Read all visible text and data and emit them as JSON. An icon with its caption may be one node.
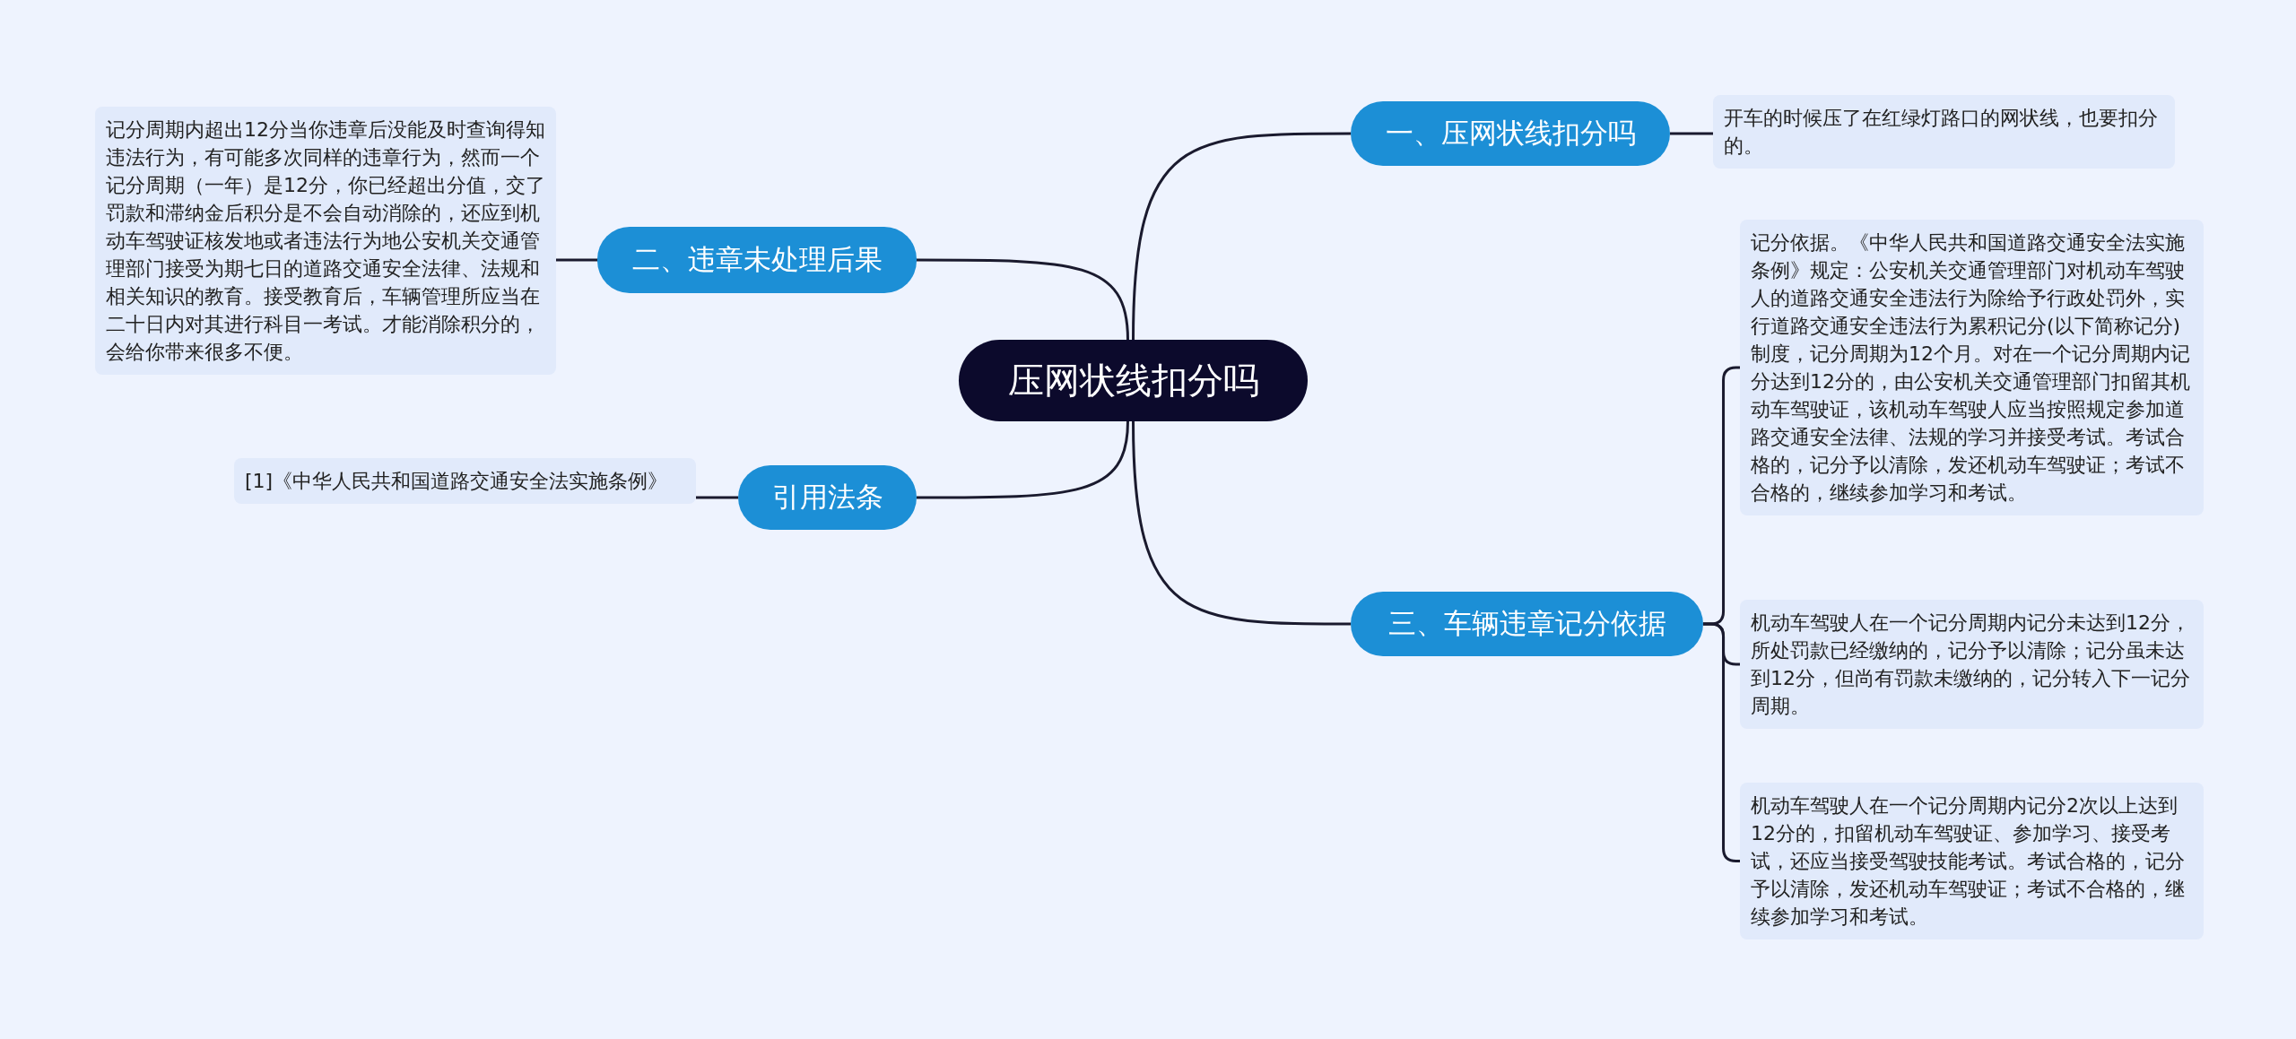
{
  "diagram": {
    "nodes": [
      {
        "text": [
          "压网状线扣分吗"
        ]
      },
      {
        "text": [
          "一、压网状线扣分吗"
        ]
      },
      {
        "text": [
          "开车的时候压了在红绿灯路口的网状线，也要扣分的。"
        ]
      },
      {
        "text": [
          "二、违章未处理后果"
        ]
      },
      {
        "text": [
          "记分周期内超出12分当你违章后没能及时查询得知违法行为，有可能多次同样的违章行为，然而一个记分周期（一年）是12分，你已经超出分值，交了罚款和滞纳金后积分是不会自动消除的，还应到机动车驾驶证核发地或者违法行为地公安机关交通管理部门接受为期七日的道路交通安全法律、法规和相关知识的教育。接受教育后，车辆管理所应当在二十日内对其进行科目一考试。才能消除积分的，会给你带来很多不便。"
        ]
      },
      {
        "text": [
          "引用法条"
        ]
      },
      {
        "text": [
          "[1]《中华人民共和国道路交通安全法实施条例》"
        ]
      },
      {
        "text": [
          "三、车辆违章记分依据"
        ]
      },
      {
        "text": [
          "记分依据。《中华人民共和国道路交通安全法实施条例》规定：公安机关交通管理部门对机动车驾驶人的道路交通安全违法行为除给予行政处罚外，实行道路交通安全违法行为累积记分(以下简称记分)制度，记分周期为12个月。对在一个记分周期内记分达到12分的，由公安机关交通管理部门扣留其机动车驾驶证，该机动车驾驶人应当按照规定参加道路交通安全法律、法规的学习并接受考试。考试合格的，记分予以清除，发还机动车驾驶证；考试不合格的，继续参加学习和考试。"
        ]
      },
      {
        "text": [
          "机动车驾驶人在一个记分周期内记分未达到12分，所处罚款已经缴纳的，记分予以清除；记分虽未达到12分，但尚有罚款未缴纳的，记分转入下一记分周期。"
        ]
      },
      {
        "text": [
          "机动车驾驶人在一个记分周期内记分2次以上达到12分的，扣留机动车驾驶证、参加学习、接受考试，还应当接受驾驶技能考试。考试合格的，记分予以清除，发还机动车驾驶证；考试不合格的，继续参加学习和考试。"
        ]
      }
    ],
    "edges": [
      {
        "from": 0,
        "to": 1,
        "arrow": "none"
      },
      {
        "from": 1,
        "to": 2,
        "arrow": "none"
      },
      {
        "from": 0,
        "to": 3,
        "arrow": "none"
      },
      {
        "from": 3,
        "to": 4,
        "arrow": "none"
      },
      {
        "from": 0,
        "to": 5,
        "arrow": "none"
      },
      {
        "from": 5,
        "to": 6,
        "arrow": "none"
      },
      {
        "from": 0,
        "to": 7,
        "arrow": "none"
      },
      {
        "from": 7,
        "to": 8,
        "arrow": "none"
      },
      {
        "from": 7,
        "to": 9,
        "arrow": "none"
      },
      {
        "from": 7,
        "to": 10,
        "arrow": "none"
      }
    ]
  }
}
